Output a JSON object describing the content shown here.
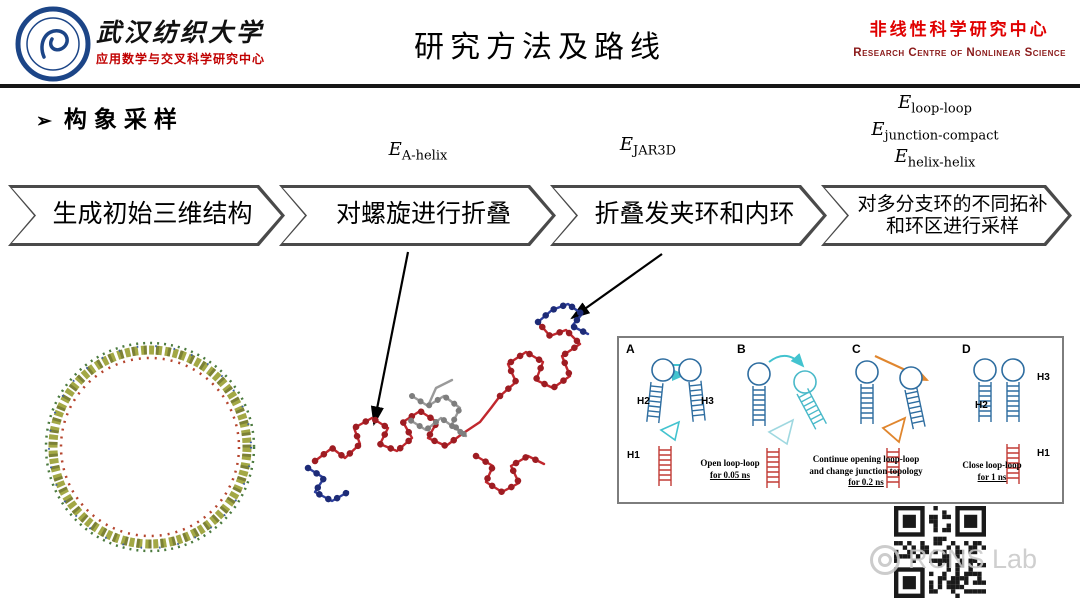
{
  "header": {
    "logo_university": "武汉纺织大学",
    "logo_subtitle": "应用数学与交叉科学研究中心",
    "title": "研究方法及路线",
    "right_line1": "非线性科学研究中心",
    "right_line2": "Research Centre of Nonlinear Science"
  },
  "section": {
    "marker": "➢",
    "title": "构象采样"
  },
  "energies": [
    {
      "base": "E",
      "sub": "A-helix"
    },
    {
      "base": "E",
      "sub": "JAR3D"
    },
    {
      "base": "E",
      "sub": "loop-loop"
    },
    {
      "base": "E",
      "sub": "junction-compact"
    },
    {
      "base": "E",
      "sub": "helix-helix"
    }
  ],
  "flow_steps": [
    {
      "lines": [
        "生成初始三维结构"
      ]
    },
    {
      "lines": [
        "对螺旋进行折叠"
      ]
    },
    {
      "lines": [
        "折叠发夹环和内环"
      ]
    },
    {
      "lines": [
        "对多分支环的不同拓补",
        "和环区进行采样"
      ]
    }
  ],
  "figure": {
    "panel_letters": [
      "A",
      "B",
      "C",
      "D"
    ],
    "labels_a": [
      "H2",
      "H3",
      "H1"
    ],
    "labels_d": [
      "H2",
      "H3",
      "H1"
    ],
    "captions": [
      {
        "lines": [
          "Open loop-loop",
          "for 0.05 ns"
        ]
      },
      {
        "lines": [
          "Continue opening loop-loop",
          "and change junction topology",
          "for 0.2 ns"
        ]
      },
      {
        "lines": [
          "Close loop-loop",
          "for 1 ns"
        ]
      }
    ]
  },
  "watermark": {
    "text": "RCNS Lab"
  }
}
